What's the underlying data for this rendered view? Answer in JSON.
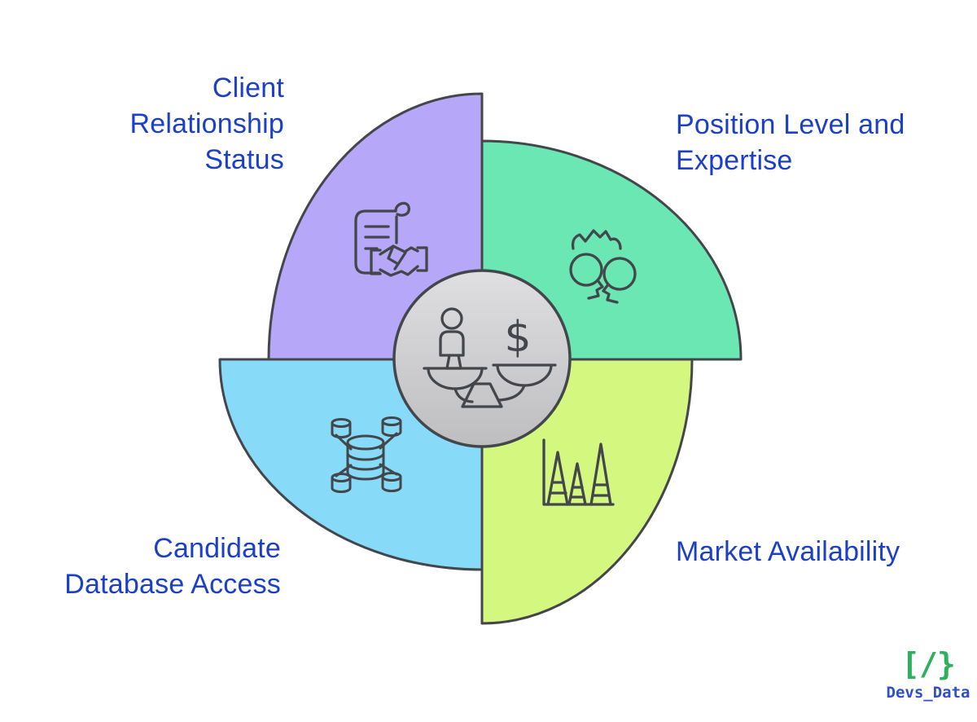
{
  "diagram": {
    "outline_color": "#43474c",
    "label_color": "#1c3fc7",
    "quadrants": {
      "client": {
        "label": "Client Relationship Status",
        "label_lines": [
          "Client",
          "Relationship",
          "Status"
        ],
        "color": "#b7a7f8",
        "icon": "contract-handshake-icon"
      },
      "position": {
        "label": "Position Level and Expertise",
        "label_lines": [
          "Position Level and",
          "Expertise"
        ],
        "color": "#6ae7b2",
        "icon": "team-people-icon"
      },
      "candidate": {
        "label": "Candidate Database Access",
        "label_lines": [
          "Candidate",
          "Database Access"
        ],
        "color": "#87dbf8",
        "icon": "database-network-icon"
      },
      "market": {
        "label": "Market Availability",
        "label_lines": [
          "Market Availability"
        ],
        "color": "#d4f77f",
        "icon": "market-peaks-icon"
      }
    },
    "center": {
      "icon": "balance-scale-icon",
      "dollar_symbol": "$",
      "fill_top": "#dfdfe1",
      "fill_bottom": "#bebec0"
    }
  },
  "branding": {
    "symbol": "[/}",
    "name": "Devs_Data",
    "symbol_color": "#2fb05d",
    "name_color": "#2d4fc9"
  }
}
